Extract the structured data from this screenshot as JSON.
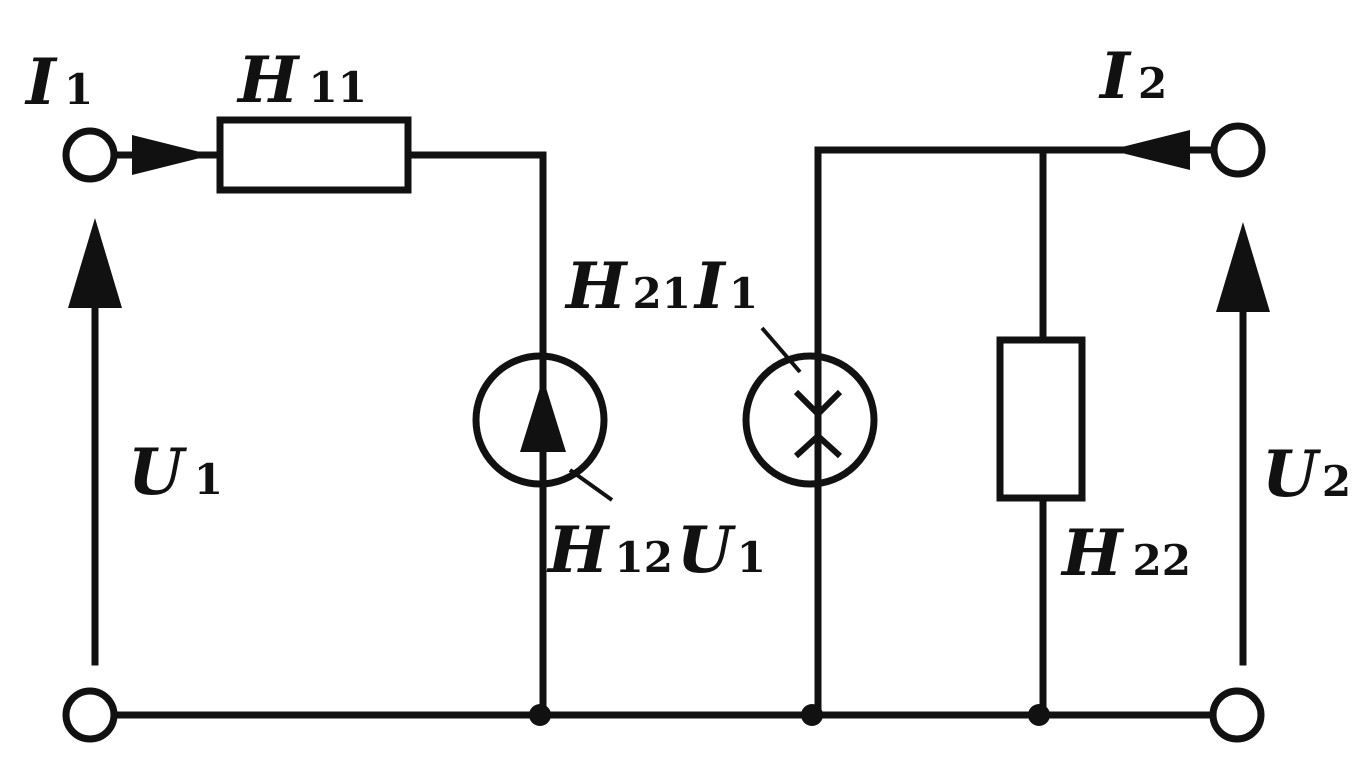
{
  "labels": {
    "i1": {
      "sym": "I",
      "sub": "1"
    },
    "h11": {
      "sym": "H",
      "sub": "11"
    },
    "i2": {
      "sym": "I",
      "sub": "2"
    },
    "u1": {
      "sym": "U",
      "sub": "1"
    },
    "u2": {
      "sym": "U",
      "sub": "2"
    },
    "h21i1": {
      "sym1": "H",
      "sub1": "21",
      "sym2": "I",
      "sub2": "1"
    },
    "h12u1": {
      "sym1": "H",
      "sub1": "12",
      "sym2": "U",
      "sub2": "1"
    },
    "h22": {
      "sym": "H",
      "sub": "22"
    }
  },
  "colors": {
    "ink": "#111111",
    "background": "#ffffff"
  }
}
